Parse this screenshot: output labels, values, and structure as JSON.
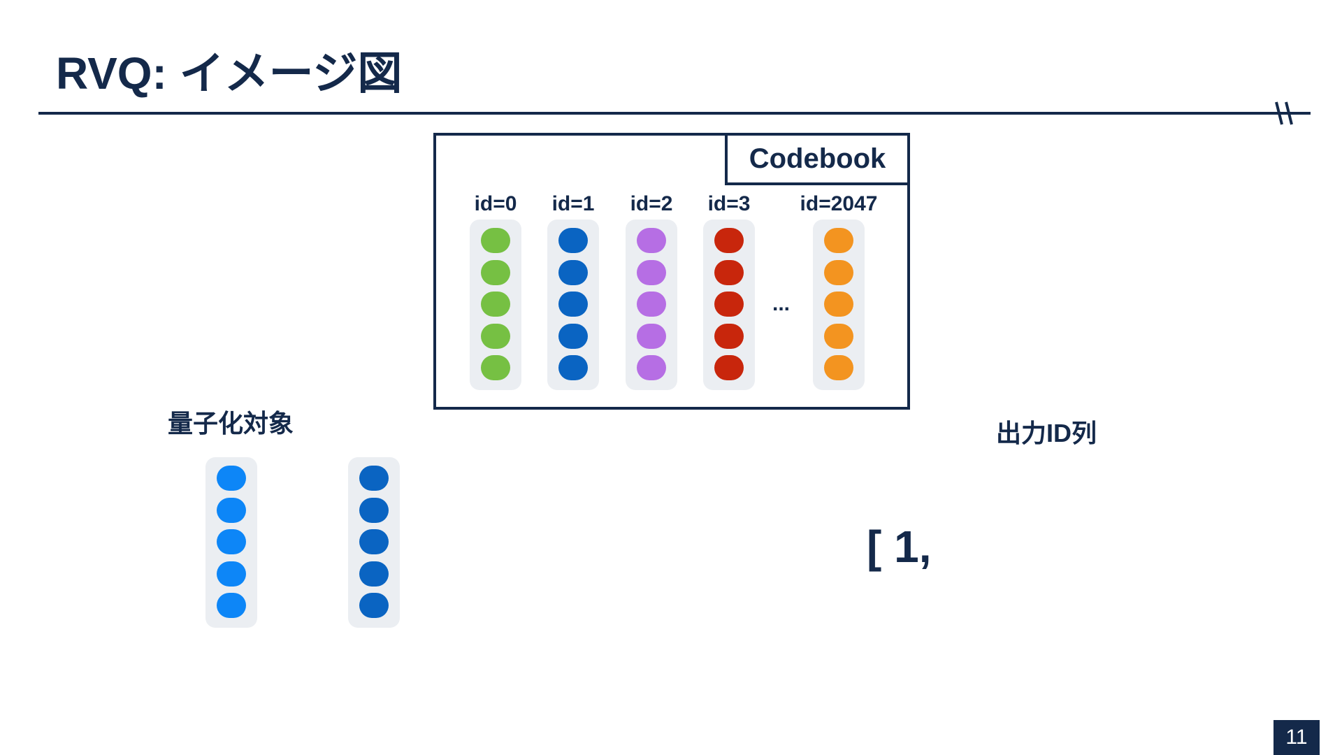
{
  "slide": {
    "title": "RVQ: イメージ図",
    "page_number": "11"
  },
  "codebook": {
    "label": "Codebook",
    "ellipsis": "...",
    "entries": [
      {
        "id_label": "id=0",
        "color": "#76c043"
      },
      {
        "id_label": "id=1",
        "color": "#0a64c2"
      },
      {
        "id_label": "id=2",
        "color": "#b66ee4"
      },
      {
        "id_label": "id=3",
        "color": "#c8260c"
      },
      {
        "id_label": "id=2047",
        "color": "#f39420"
      }
    ]
  },
  "quantization_target": {
    "label": "量子化対象",
    "vectors": [
      {
        "color": "#0d86f7"
      },
      {
        "color": "#0a64c2"
      }
    ]
  },
  "output": {
    "label": "出力ID列",
    "ids_text": "[ 1,"
  },
  "colors": {
    "navy": "#14294a",
    "vector_background": "#ebeef2"
  }
}
